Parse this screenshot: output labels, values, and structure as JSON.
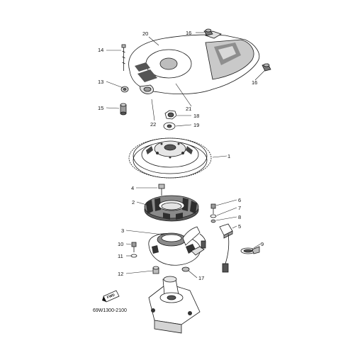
{
  "diagram": {
    "catalog_number": "69W1300-2100",
    "fwd_badge": "FWD",
    "callouts": {
      "c1": "1",
      "c2": "2",
      "c3": "3",
      "c4": "4",
      "c5": "5",
      "c6": "6",
      "c7": "7",
      "c8": "8",
      "c9": "9",
      "c10": "10",
      "c11": "11",
      "c12": "12",
      "c13": "13",
      "c14": "14",
      "c15": "15",
      "c16a": "16",
      "c16b": "16",
      "c17": "17",
      "c18": "18",
      "c19": "19",
      "c20": "20",
      "c21": "21",
      "c22": "22"
    }
  },
  "colors": {
    "ink": "#1a1a1a",
    "part_fill": "#ffffff",
    "shade_light": "#d4d4d4",
    "shade_mid": "#9c9c9c",
    "shade_dark": "#555555"
  }
}
